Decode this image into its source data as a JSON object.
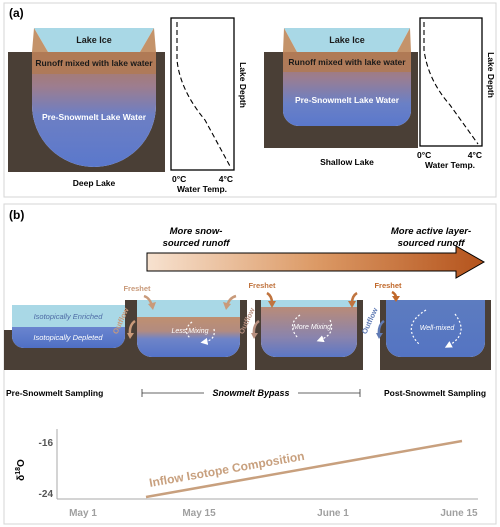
{
  "panel_a": {
    "label": "(a)",
    "deep": {
      "ice": "Lake Ice",
      "runoff": "Runoff mixed with lake water",
      "water": "Pre-Snowmelt Lake Water",
      "caption": "Deep Lake",
      "depth_label": "Lake Depth",
      "temp_min": "0°C",
      "temp_max": "4°C",
      "temp_label": "Water Temp."
    },
    "shallow": {
      "ice": "Lake Ice",
      "runoff": "Runoff mixed with lake water",
      "water": "Pre-Snowmelt Lake Water",
      "caption": "Shallow Lake",
      "depth_label": "Lake Depth",
      "temp_min": "0°C",
      "temp_max": "4°C",
      "temp_label": "Water Temp."
    }
  },
  "panel_b": {
    "label": "(b)",
    "gradient_left": "More snow-sourced runoff",
    "gradient_left_lines": [
      "More snow-",
      "sourced runoff"
    ],
    "gradient_right": "More active layer-sourced runoff",
    "gradient_right_lines": [
      "More active layer-",
      "sourced runoff"
    ],
    "freshet": "Freshet",
    "outflow": "Outflow",
    "enriched": "Isotopically Enriched",
    "depleted": "Isotopically Depleted",
    "less_mixing": "Less Mixing",
    "more_mixing": "More Mixing",
    "well_mixed": "Well-mixed",
    "pre_sampling": "Pre-Snowmelt Sampling",
    "bypass": "Snowmelt Bypass",
    "post_sampling": "Post-Snowmelt Sampling",
    "colors": {
      "ice": "#a9d8e6",
      "runoff": "#c4936a",
      "water": "#5877c9",
      "ground": "#4a3f36",
      "arrow": "#c0682a"
    }
  },
  "timeline": {
    "ylabel": "δ18O",
    "y_ticks": [
      "-16",
      "-24"
    ],
    "x_ticks": [
      "May 1",
      "May 15",
      "June 1",
      "June 15"
    ],
    "line_label": "Inflow Isotope Composition",
    "line_start": {
      "x": "May 8",
      "y": -24
    },
    "line_end": {
      "x": "June 15",
      "y": -16
    },
    "line_color": "#c8a07e"
  }
}
